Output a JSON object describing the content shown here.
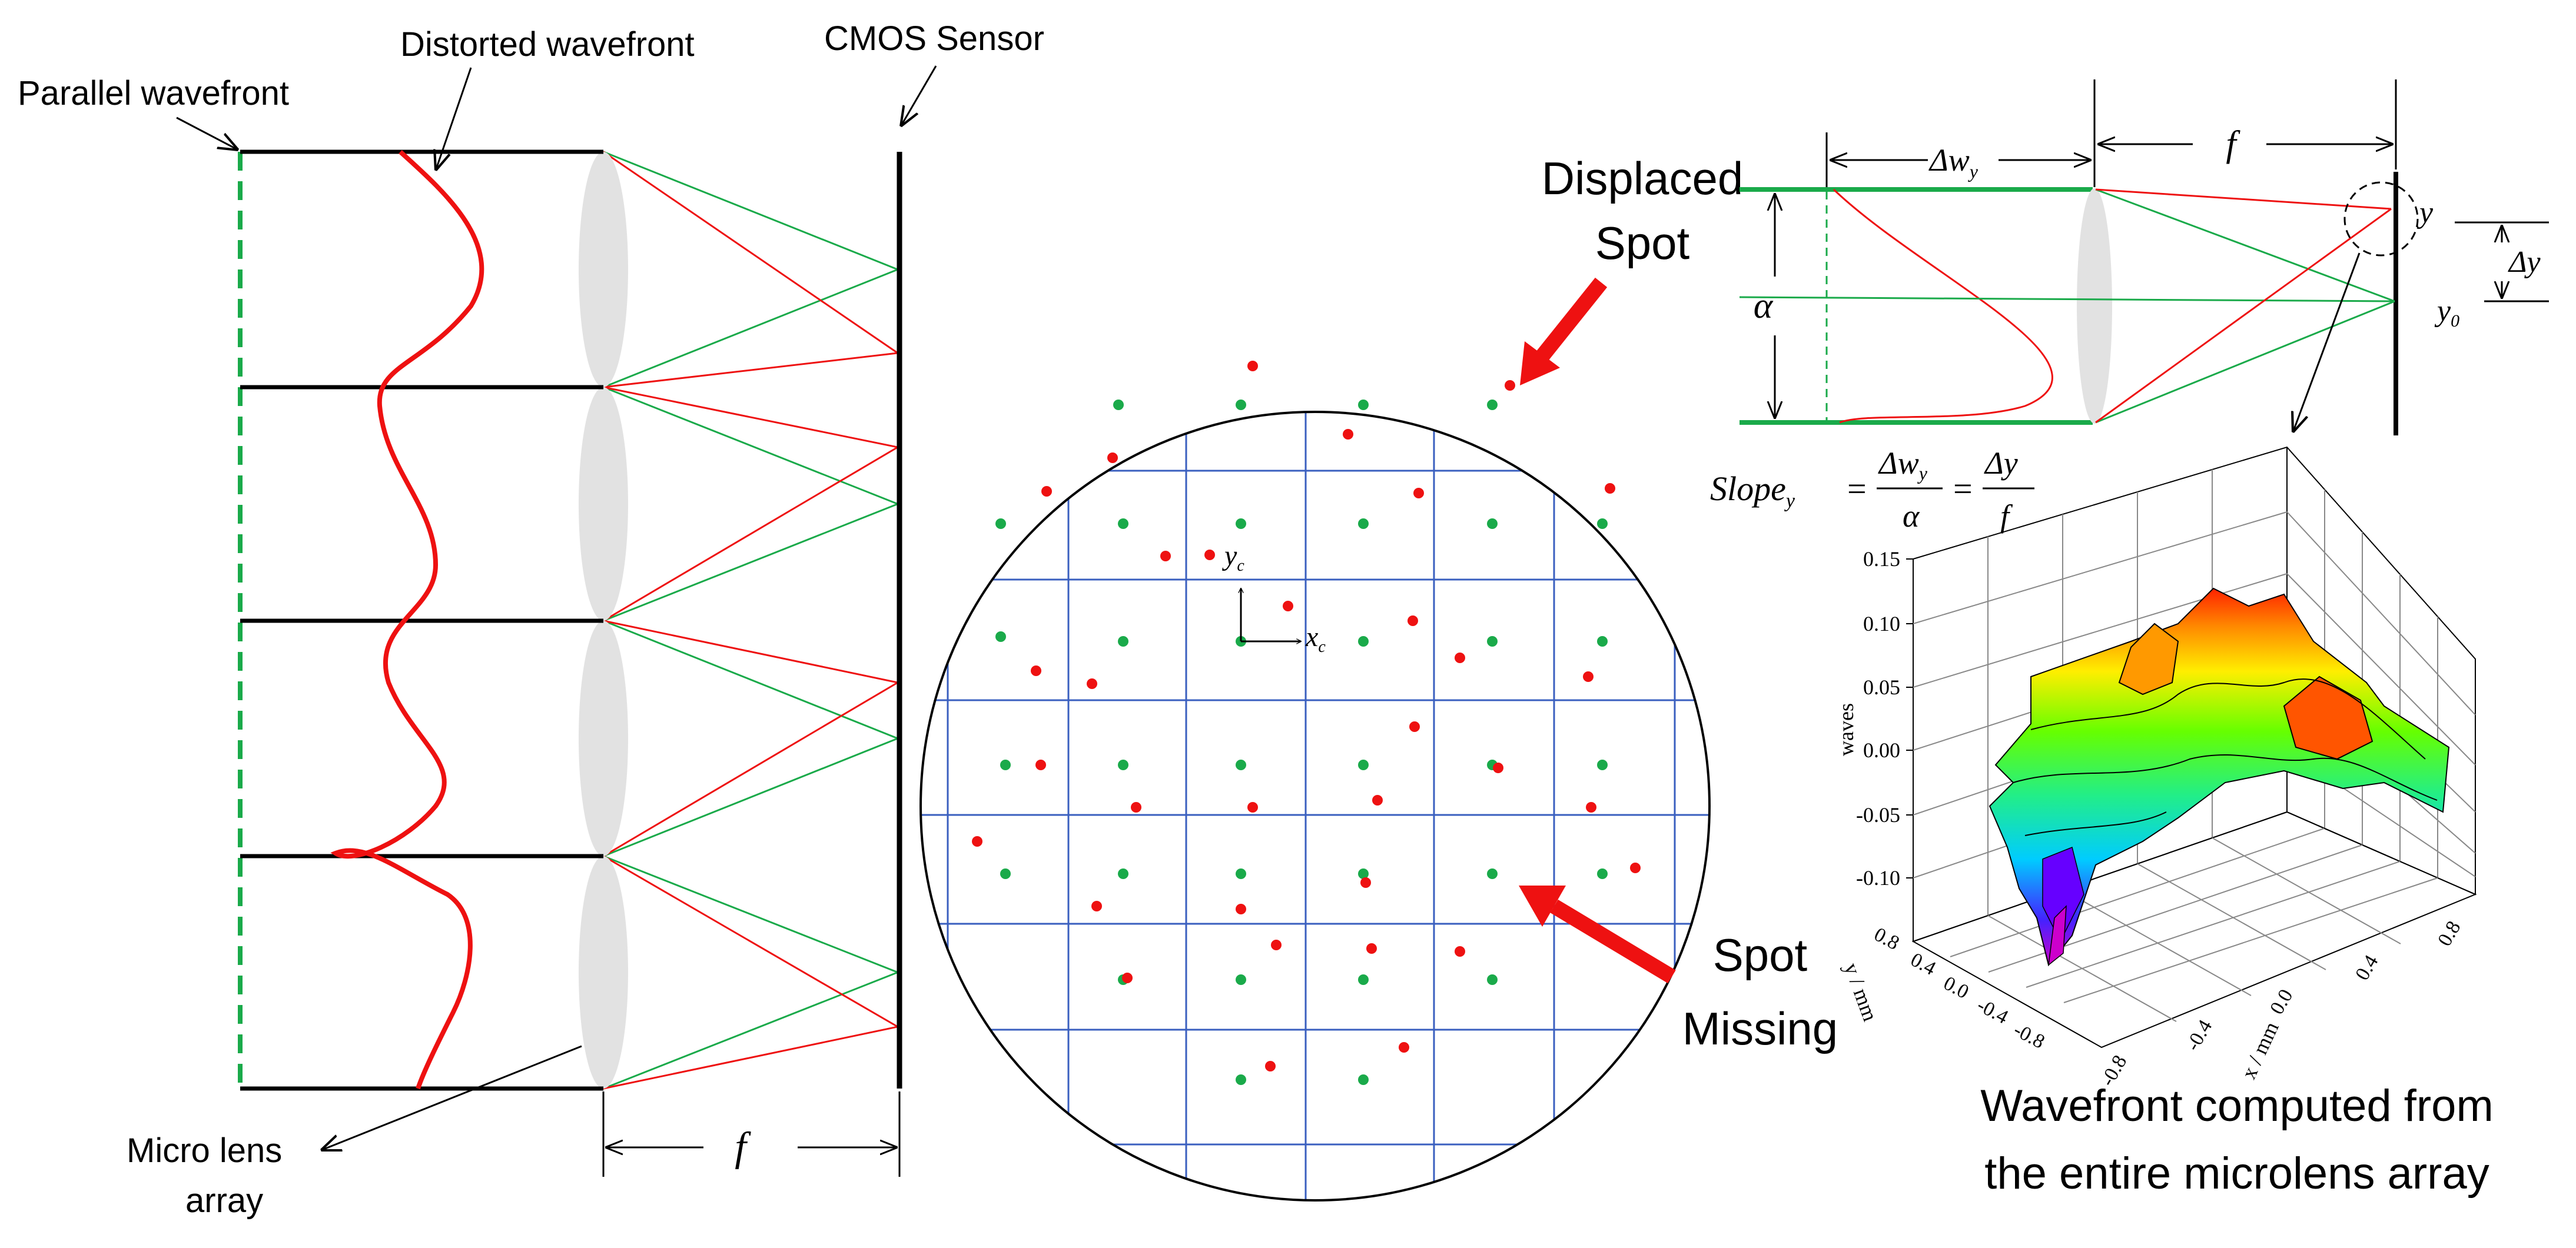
{
  "labels": {
    "parallel_wavefront": "Parallel wavefront",
    "distorted_wavefront": "Distorted wavefront",
    "cmos_sensor": "CMOS Sensor",
    "micro_lens_line1": "Micro lens",
    "micro_lens_line2": "array",
    "focal_length": "f",
    "displaced_spot_line1": "Displaced",
    "displaced_spot_line2": "Spot",
    "spot_missing_line1": "Spot",
    "spot_missing_line2": "Missing",
    "axis_xc": "x",
    "axis_xc_sub": "c",
    "axis_yc": "y",
    "axis_yc_sub": "c"
  },
  "inset": {
    "delta_w": "Δw",
    "delta_w_sub": "y",
    "focal": "f",
    "alpha": "α",
    "y": "y",
    "y0": "y",
    "y0_sub": "0",
    "delta_y": "Δy",
    "formula_slope": "Slope",
    "formula_sub": "y",
    "formula_eq": "=",
    "formula_num1": "Δw",
    "formula_num1_sub": "y",
    "formula_den1": "α",
    "formula_eq2": "=",
    "formula_num2": "Δy",
    "formula_den2": "f"
  },
  "surface_plot": {
    "zlabel": "waves",
    "xlabel": "x / mm",
    "ylabel": "y / mm",
    "z_ticks": [
      "0.15",
      "0.10",
      "0.05",
      "0.00",
      "-0.05",
      "-0.10"
    ],
    "y_ticks": [
      "0.8",
      "0.4",
      "0.0",
      "-0.4",
      "-0.8"
    ],
    "x_ticks": [
      "-0.8",
      "-0.4",
      "0.0",
      "0.4",
      "0.8"
    ],
    "caption_line1": "Wavefront computed from",
    "caption_line2": "the entire microlens array"
  },
  "colors": {
    "green": "#1aaa4a",
    "red": "#ee1111",
    "grid_blue": "#3a5fbf",
    "lens_gray": "#e2e2e2"
  }
}
